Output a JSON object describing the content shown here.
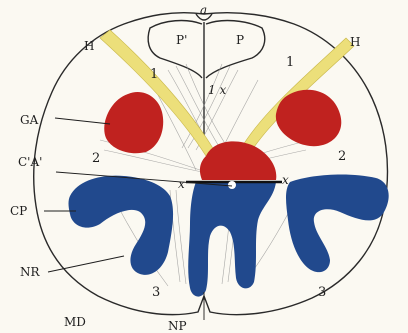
{
  "colors": {
    "background": "#fbf9f2",
    "outline": "#2a2a2a",
    "blue_matter": "#21498d",
    "red_matter": "#c0221f",
    "yellow_tract": "#ecdf7a",
    "white_dot": "#ffffff"
  },
  "labels": {
    "a_top": "a",
    "P_prime": "P'",
    "P": "P",
    "H_left": "H",
    "H_right": "H",
    "one_left": "1",
    "one_right": "1",
    "one_x_center": "1 x",
    "GA": "GA",
    "CA": "C'A'",
    "two_left": "2",
    "two_right": "2",
    "x_left": "x",
    "x_right": "x",
    "CP": "CP",
    "NR": "NR",
    "three_left": "3",
    "three_right": "3",
    "MD": "MD",
    "NP": "NP"
  }
}
